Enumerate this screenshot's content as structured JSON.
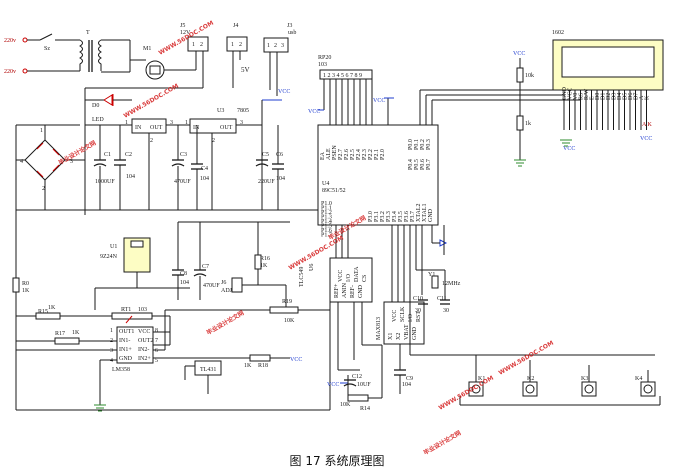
{
  "caption": "图 17 系统原理图",
  "watermarks": [
    "毕业设计论文网",
    "WWW.56DOC.COM"
  ],
  "labels": {
    "ac1": "220v",
    "ac2": "220v",
    "switch": "Sz",
    "transformer": "T",
    "motor": "M1",
    "j5": "J5",
    "j5v": "12V",
    "j4": "J4",
    "j4v": "5V",
    "j3": "J3",
    "j3usb": "usb",
    "led_d": "D0",
    "led": "LED",
    "bridge": "4",
    "reg1_in": "IN",
    "reg1_out": "OUT",
    "reg2_id": "U3",
    "reg2_part": "7805",
    "reg2_in": "IN",
    "reg2_out": "OUT",
    "c1": "C1",
    "c1v": "1000UF",
    "c2": "C2",
    "c2v": "104",
    "c3": "C3",
    "c3v": "470UF",
    "c4": "C4",
    "c4v": "104",
    "c5": "C5",
    "c5v": "220UF",
    "c6": "C6",
    "c6v": "104",
    "vcc": "VCC",
    "rp": "RP20",
    "rpv": "103",
    "u4": "U4",
    "u4part": "89C51/52",
    "u1": "U1",
    "u1part": "9Z24N",
    "c8": "C8",
    "c8v": "104",
    "c7": "C7",
    "c7v": "470UF",
    "j6": "J6",
    "adj": "ADJ",
    "r16": "R16",
    "r16v": "1K",
    "r0": "R0",
    "r0v": "1K",
    "r15": "R15",
    "r15v": "1K",
    "r17": "R17",
    "r17v": "1K",
    "rt1": "RT1",
    "rt1v": "103",
    "r19": "R19",
    "r19v": "10K",
    "lm_pins": [
      "OUT1",
      "VCC",
      "IN1-",
      "OUT2",
      "IN1+",
      "IN2-",
      "GND",
      "IN2+"
    ],
    "lm": "LM358",
    "tl": "TL431",
    "r18": "R18",
    "r18v": "1K",
    "r14": "R14",
    "r14v": "10K",
    "tlc": "TLC549",
    "tlc_id": "U6",
    "tlc_pins": [
      "REF+",
      "VCC",
      "ANIN",
      "I/O",
      "REF-",
      "DATA",
      "GND",
      "CS"
    ],
    "ds": "MAX813",
    "ds_pins": [
      "X1",
      "VCC",
      "X2",
      "SCLK",
      "VBAT",
      "I/O",
      "GND",
      "RST"
    ],
    "y1": "Y1",
    "y1v": "12MHz",
    "c10": "C10",
    "c10v": "30",
    "c11": "C11",
    "c11v": "30",
    "c9": "C9",
    "c9v": "104",
    "c12": "C12",
    "c12v": "10UF",
    "lcd": "1602",
    "lcd_pins": [
      "GND",
      "VCC",
      "V0",
      "RS",
      "R/W",
      "E",
      "D0",
      "D1",
      "D2",
      "D3",
      "D4",
      "D5",
      "D6",
      "D7",
      "A",
      "K"
    ],
    "r_lcd1": "10k",
    "r_lcd2": "1k",
    "ak": "A  K",
    "keys": [
      "K1",
      "K2",
      "K3",
      "K4"
    ],
    "mcu_left": [
      "P1.0",
      "P1.1",
      "P1.2",
      "P1.3",
      "P1.4",
      "P1.5",
      "P1.6",
      "P1.7"
    ],
    "mcu_right": [
      "P0.0",
      "P0.1",
      "P0.2",
      "P0.3",
      "P0.4",
      "P0.5",
      "P0.6",
      "P0.7"
    ],
    "mcu_bottom": [
      "P3.0",
      "P3.1",
      "P3.2",
      "P3.3",
      "P3.4",
      "P3.5",
      "P3.6",
      "P3.7",
      "XTAL2",
      "XTAL1",
      "GND"
    ],
    "mcu_top": [
      "EA",
      "ALE",
      "PSEN",
      "P2.7",
      "P2.6",
      "P2.5",
      "P2.4",
      "P2.3",
      "P2.2",
      "P2.1",
      "P2.0"
    ]
  },
  "colors": {
    "wire": "#1a1a1a",
    "lcd": "#fdfdc4",
    "watermark": "#d42020",
    "vcc_blue": "#1f3ccf"
  }
}
